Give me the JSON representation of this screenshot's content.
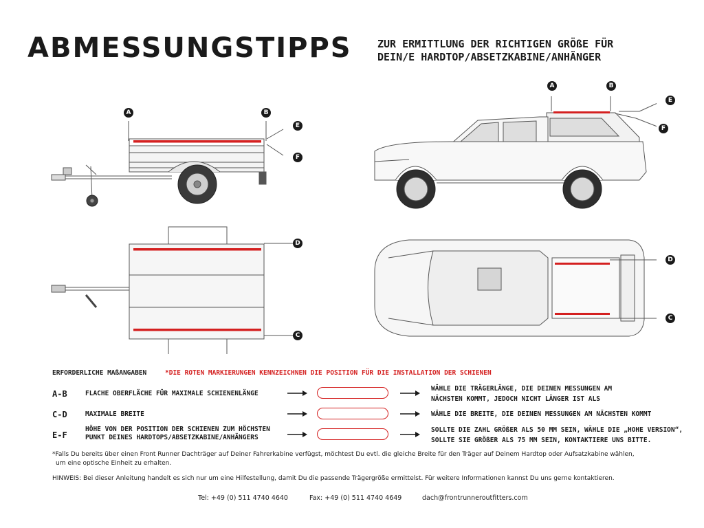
{
  "header": {
    "title": "ABMESSUNGSTIPPS",
    "subtitle_line1": "ZUR ERMITTLUNG DER RICHTIGEN GRÖßE FÜR",
    "subtitle_line2": "DEIN/E HARDTOP/ABSETZKABINE/ANHÄNGER"
  },
  "markers": {
    "a": "A",
    "b": "B",
    "c": "C",
    "d": "D",
    "e": "E",
    "f": "F"
  },
  "legend": {
    "title": "ERFORDERLICHE MAßANGABEN",
    "note": "*DIE ROTEN MARKIERUNGEN KENNZEICHNEN DIE POSITION FÜR DIE INSTALLATION DER SCHIENEN",
    "rows": [
      {
        "code": "A-B",
        "desc": "FLACHE OBERFLÄCHE FÜR MAXIMALE SCHIENENLÄNGE",
        "result_line1": "WÄHLE DIE TRÄGERLÄNGE, DIE DEINEN MESSUNGEN AM",
        "result_line2": "NÄCHSTEN KOMMT, JEDOCH NICHT LÄNGER IST ALS"
      },
      {
        "code": "C-D",
        "desc": "MAXIMALE BREITE",
        "result_line1": "WÄHLE DIE BREITE, DIE DEINEN MESSUNGEN AM NÄCHSTEN KOMMT",
        "result_line2": ""
      },
      {
        "code": "E-F",
        "desc_line1": "HÖHE VON DER POSITION DER SCHIENEN ZUM HÖCHSTEN",
        "desc_line2": "PUNKT DEINES HARDTOPS/ABSETZKABINE/ANHÄNGERS",
        "result_line1": "SOLLTE DIE ZAHL GRÖßER ALS 50 MM SEIN, WÄHLE DIE „HOHE VERSION“,",
        "result_line2": "SOLLTE SIE GRÖßER ALS 75 MM SEIN, KONTAKTIERE UNS BITTE."
      }
    ]
  },
  "footnotes": {
    "star_line1": "*Falls Du bereits über einen Front Runner Dachträger auf Deiner Fahrerkabine verfügst, möchtest Du evtl. die gleiche Breite für den Träger auf Deinem Hardtop oder Aufsatzkabine wählen,",
    "star_line2": "um eine optische Einheit zu erhalten.",
    "hint": "HINWEIS: Bei dieser Anleitung handelt es sich nur um eine Hilfestellung, damit Du die passende Trägergröße ermittelst. Für weitere Informationen kannst Du uns gerne kontaktieren."
  },
  "contact": {
    "tel": "Tel: +49 (0) 511 4740 4640",
    "fax": "Fax: +49 (0) 511 4740 4649",
    "email": "dach@frontrunneroutfitters.com"
  },
  "colors": {
    "accent_red": "#d42020",
    "ink": "#1a1a1a",
    "line_grey": "#555555"
  }
}
